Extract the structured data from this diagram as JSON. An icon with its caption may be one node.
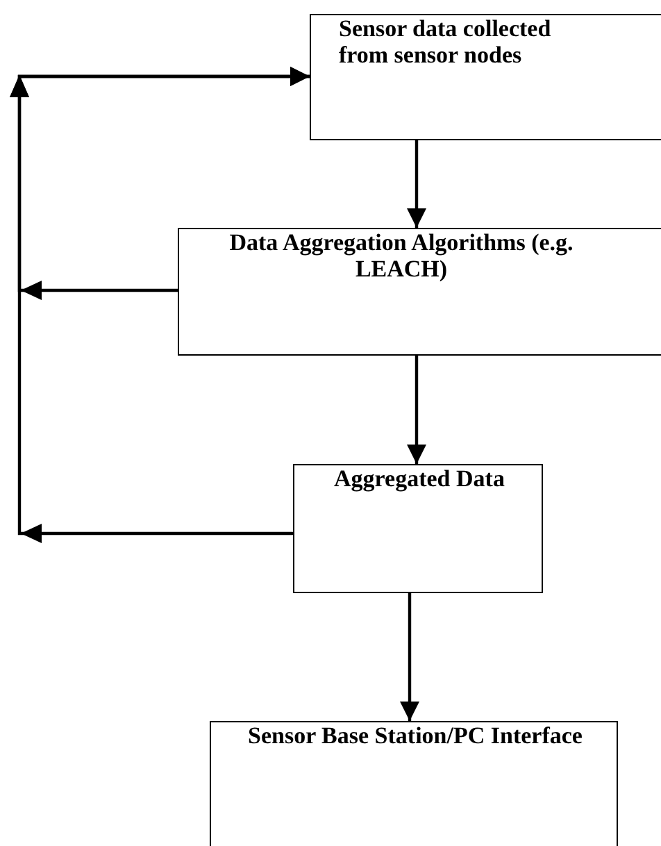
{
  "diagram": {
    "nodes": [
      {
        "text": [
          "Sensor data collected from sensor nodes"
        ]
      },
      {
        "text": [
          "Data Aggregation Algorithms (e.g. LEACH)"
        ]
      },
      {
        "text": [
          "Aggregated Data"
        ]
      },
      {
        "text": [
          "Sensor Base Station/PC Interface"
        ]
      }
    ],
    "edges": [
      {
        "from": 0,
        "to": 1,
        "arrow": "to"
      },
      {
        "from": 1,
        "to": 2,
        "arrow": "to"
      },
      {
        "from": 2,
        "to": 3,
        "arrow": "to"
      },
      {
        "from": 1,
        "to": 0,
        "arrow": "to"
      },
      {
        "from": 2,
        "to": 0,
        "arrow": "to"
      }
    ]
  }
}
